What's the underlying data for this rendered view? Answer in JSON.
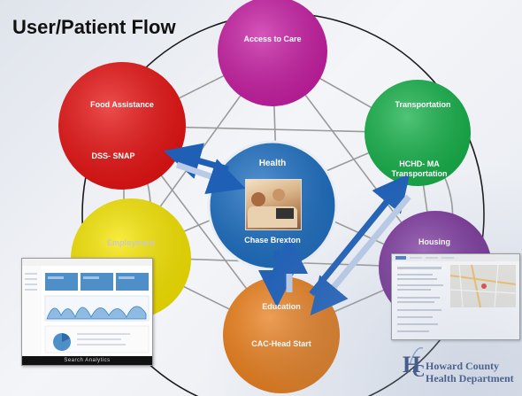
{
  "title": "User/Patient Flow",
  "nodes": {
    "access": {
      "label": "Access to Care",
      "color": "#c81ea4"
    },
    "food": {
      "label": "Food Assistance",
      "sublabel": "DSS- SNAP",
      "color": "#e81212"
    },
    "transport": {
      "label": "Transportation",
      "sublabel": "HCHD- MA Transportation",
      "color": "#16b24a"
    },
    "health": {
      "label": "Health",
      "sublabel": "Chase Brexton",
      "color": "#1b6ec2"
    },
    "employment": {
      "label": "Employment",
      "color": "#f7e600"
    },
    "housing": {
      "label": "Housing",
      "color": "#7a2a9a"
    },
    "education": {
      "label": "Education",
      "sublabel": "CAC-Head Start",
      "color": "#f07d12"
    }
  },
  "screenshots": {
    "left_caption": "Search Analytics"
  },
  "logo": {
    "line1": "Howard County",
    "line2": "Health Department",
    "monogram": "HC"
  }
}
